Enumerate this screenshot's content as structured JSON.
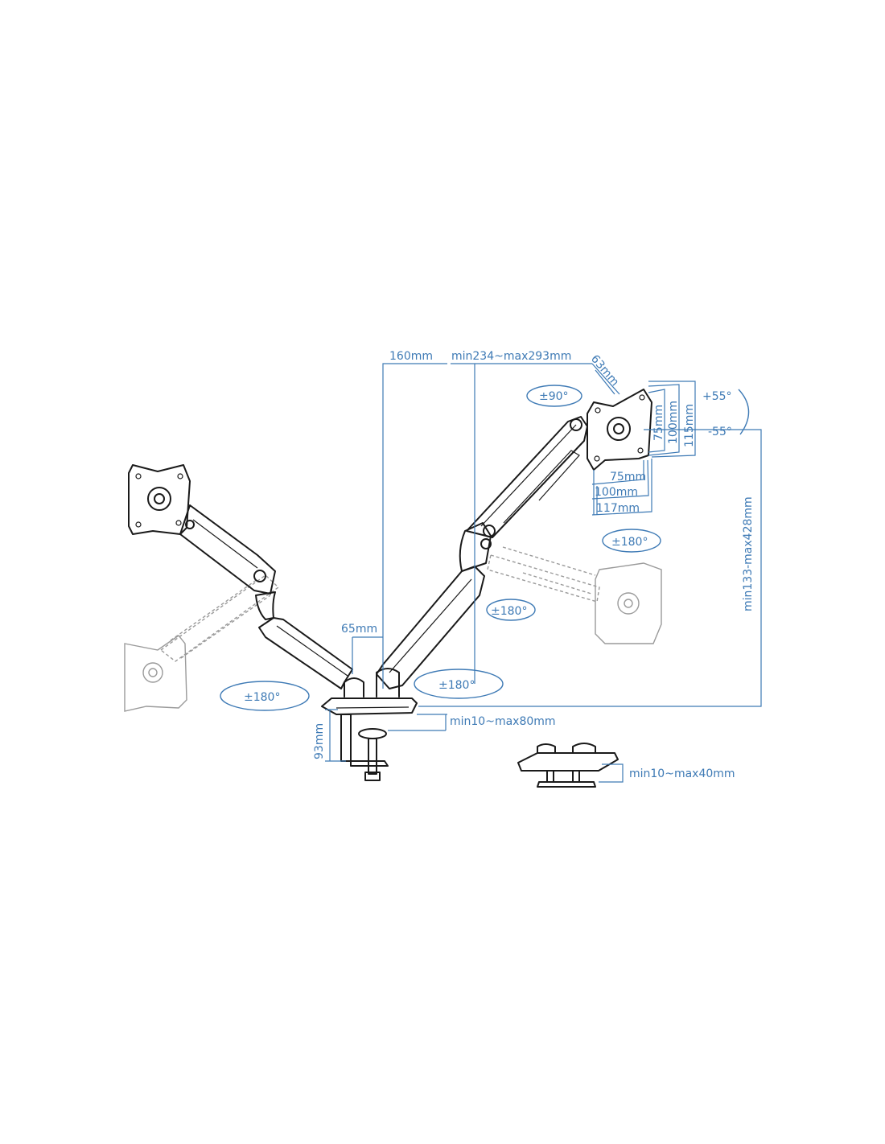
{
  "colors": {
    "dimension": "#3e7ab5",
    "line_drawing": "#1a1a1a",
    "ghost_drawing": "#9a9a9a",
    "background": "#ffffff"
  },
  "labels": {
    "offset_160": "160mm",
    "reach": "min234~max293mm",
    "vesa_depth": "63mm",
    "rot_90": "±90°",
    "tilt_plus": "+55°",
    "tilt_minus": "-55°",
    "vesa_v75": "75mm",
    "vesa_v100": "100mm",
    "vesa_v115": "115mm",
    "vesa_h75": "75mm",
    "vesa_h100": "100mm",
    "vesa_h117": "117mm",
    "swivel_right_head": "±180°",
    "swivel_right_elbow": "±180°",
    "swivel_left": "±180°",
    "swivel_center": "±180°",
    "height": "min133-max428mm",
    "pole_65": "65mm",
    "clamp_93": "93mm",
    "clamp_range": "min10~max80mm",
    "grommet_range": "min10~max40mm"
  }
}
